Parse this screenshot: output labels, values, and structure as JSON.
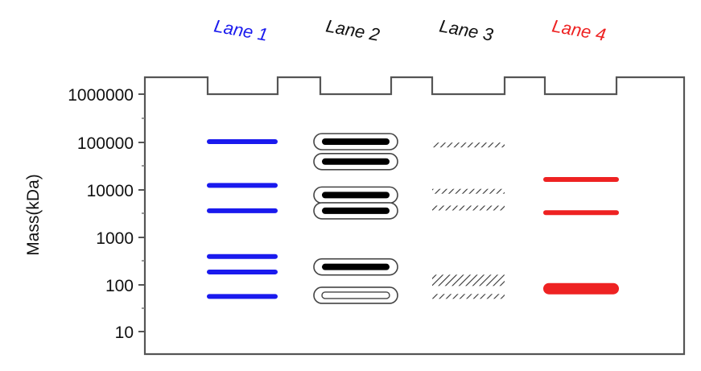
{
  "figure": {
    "axis_label": "Mass(kDa)",
    "scale": "log",
    "tick_labels": [
      "1000000",
      "100000",
      "10000",
      "1000",
      "100",
      "10"
    ],
    "tick_values": [
      1000000,
      100000,
      10000,
      1000,
      100,
      10
    ]
  },
  "colors": {
    "lane1": "#1a1aee",
    "lane2": "#000000",
    "lane3": "#333333",
    "lane4": "#ee2222",
    "outline": "#555555"
  },
  "lanes": [
    {
      "label": "Lane 1",
      "color_key": "lane1",
      "bands": [
        {
          "mass": 100000,
          "style": "solid",
          "thickness": "thin"
        },
        {
          "mass": 12000,
          "style": "solid",
          "thickness": "thin"
        },
        {
          "mass": 3500,
          "style": "solid",
          "thickness": "thin"
        },
        {
          "mass": 380,
          "style": "solid",
          "thickness": "thin"
        },
        {
          "mass": 180,
          "style": "solid",
          "thickness": "thin"
        },
        {
          "mass": 55,
          "style": "solid",
          "thickness": "thin"
        }
      ]
    },
    {
      "label": "Lane 2",
      "color_key": "lane2",
      "bands": [
        {
          "mass": 100000,
          "style": "outlined",
          "thickness": "medium"
        },
        {
          "mass": 38000,
          "style": "outlined",
          "thickness": "medium"
        },
        {
          "mass": 7500,
          "style": "outlined",
          "thickness": "medium"
        },
        {
          "mass": 3500,
          "style": "outlined",
          "thickness": "medium"
        },
        {
          "mass": 230,
          "style": "outlined",
          "thickness": "medium"
        },
        {
          "mass": 58,
          "style": "empty-outline",
          "thickness": "medium"
        }
      ]
    },
    {
      "label": "Lane 3",
      "color_key": "lane3",
      "bands": [
        {
          "mass": 85000,
          "style": "hatched",
          "thickness": "thin"
        },
        {
          "mass": 9000,
          "style": "hatched",
          "thickness": "thin"
        },
        {
          "mass": 4000,
          "style": "hatched",
          "thickness": "thin"
        },
        {
          "mass": 120,
          "style": "hatched",
          "thickness": "thick"
        },
        {
          "mass": 55,
          "style": "hatched",
          "thickness": "thin"
        }
      ]
    },
    {
      "label": "Lane 4",
      "color_key": "lane4",
      "bands": [
        {
          "mass": 16000,
          "style": "solid",
          "thickness": "thin"
        },
        {
          "mass": 3200,
          "style": "solid",
          "thickness": "thin"
        },
        {
          "mass": 80,
          "style": "solid",
          "thickness": "thick"
        }
      ]
    }
  ]
}
